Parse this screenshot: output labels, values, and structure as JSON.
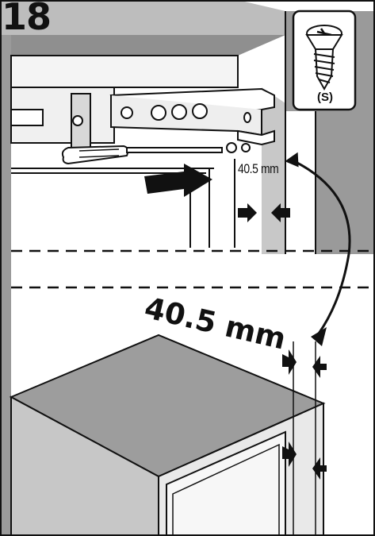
{
  "step": {
    "number": "18"
  },
  "screw": {
    "label": "(S)",
    "icon": "countersunk-screw-icon"
  },
  "dimensions": {
    "top": "40.5 mm",
    "bottom": "40.5 mm"
  },
  "colors": {
    "outline": "#111111",
    "cabinet_side": "#9a9a9a",
    "cabinet_top": "#b4b4b4",
    "appliance": "#e8e8e8",
    "panel": "#f2f2f2"
  }
}
